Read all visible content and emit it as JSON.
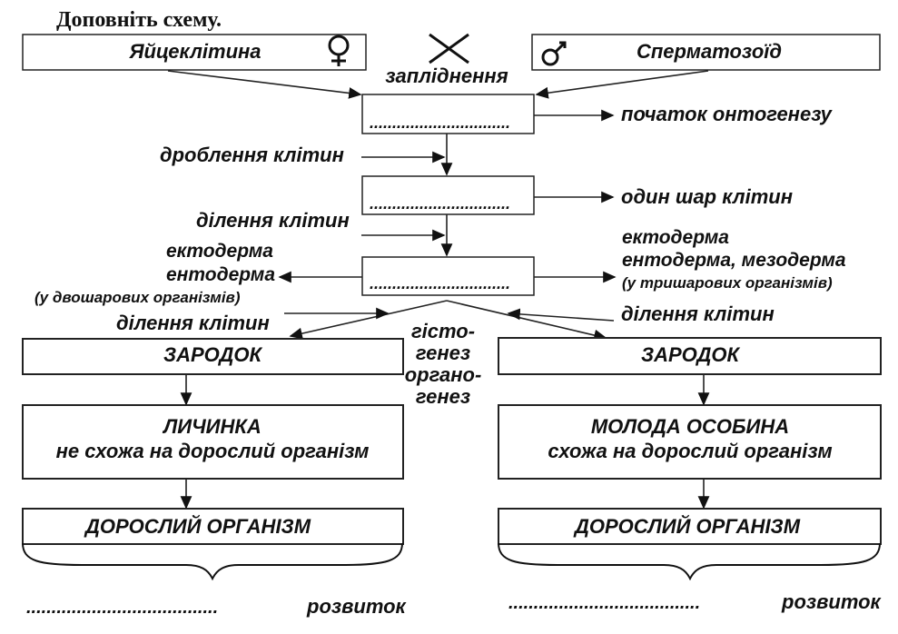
{
  "title": "Доповніть схему.",
  "top": {
    "female_box": "Яйцеклітина",
    "male_box": "Сперматозоїд",
    "fertilization": "запліднення",
    "female_symbol": "female-symbol-icon",
    "male_symbol": "male-symbol-icon",
    "cross_symbol": "cross-icon"
  },
  "blanks": {
    "box1": "...............................",
    "box2": "...............................",
    "box3": "..............................."
  },
  "notes": {
    "ontogenesis_start": "початок онтогенезу",
    "one_layer": "один шар клітин",
    "cleavage": "дроблення клітин",
    "cell_division_1": "ділення клітин",
    "cell_division_2": "ділення клітин",
    "cell_division_3": "ділення клітин",
    "left_germ_1": "ектодерма",
    "left_germ_2": "ентодерма",
    "left_germ_3": "(у двошарових організмів)",
    "right_germ_1": "ектодерма",
    "right_germ_2": "ентодерма, мезодерма",
    "right_germ_3": "(у тришарових організмів)"
  },
  "center_terms": [
    "гісто-",
    "генез",
    "органо-",
    "генез"
  ],
  "left_column": {
    "embryo": "ЗАРОДОК",
    "larva_title": "ЛИЧИНКА",
    "larva_subtitle": "не схожа на дорослий організм",
    "adult": "ДОРОСЛИЙ ОРГАНІЗМ",
    "bottom_dots": "......................................",
    "development": "розвиток"
  },
  "right_column": {
    "embryo": "ЗАРОДОК",
    "young_title": "МОЛОДА ОСОБИНА",
    "young_subtitle": "схожа на дорослий організм",
    "adult": "ДОРОСЛИЙ ОРГАНІЗМ",
    "bottom_dots": "......................................",
    "development": "розвиток"
  }
}
